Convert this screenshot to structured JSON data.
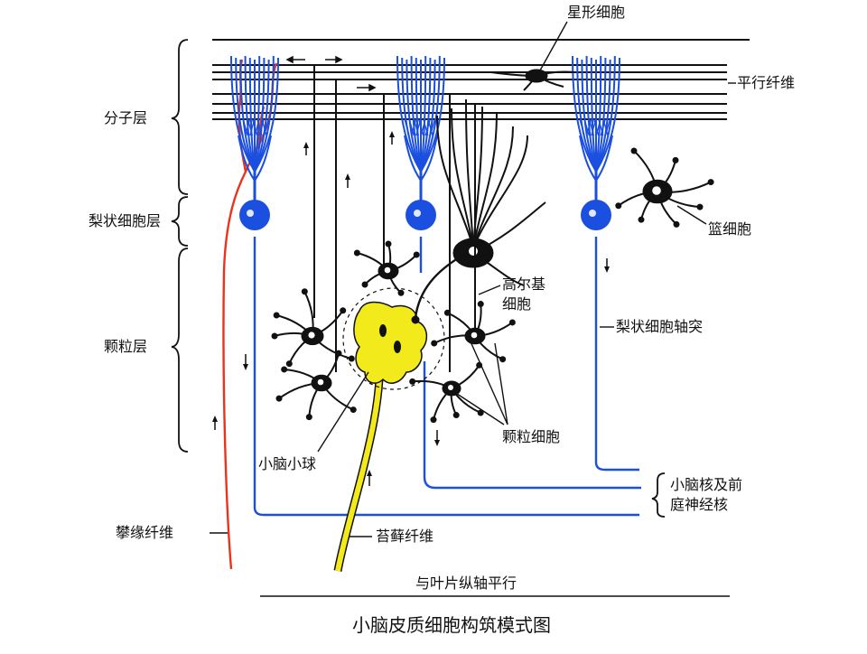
{
  "layers": {
    "molecular": "分子层",
    "purkinje": "梨状细胞层",
    "granular": "颗粒层"
  },
  "labels": {
    "stellate": "星形细胞",
    "parallel_fiber": "平行纤维",
    "basket": "篮细胞",
    "golgi_line1": "高尔基",
    "golgi_line2": "细胞",
    "purkinje_axon": "梨状细胞轴突",
    "granule_cell": "颗粒细胞",
    "glomerulus": "小脑小球",
    "nuclei_line1": "小脑核及前",
    "nuclei_line2": "庭神经核",
    "climbing_fiber": "攀缘纤维",
    "mossy_fiber": "苔藓纤维",
    "folium_axis": "与叶片纵轴平行"
  },
  "caption": "小脑皮质细胞构筑模式图",
  "colors": {
    "purkinje": "#1a4fe0",
    "climbing": "#e8341c",
    "mossy": "#f2ea1a",
    "neuron": "#111111"
  }
}
